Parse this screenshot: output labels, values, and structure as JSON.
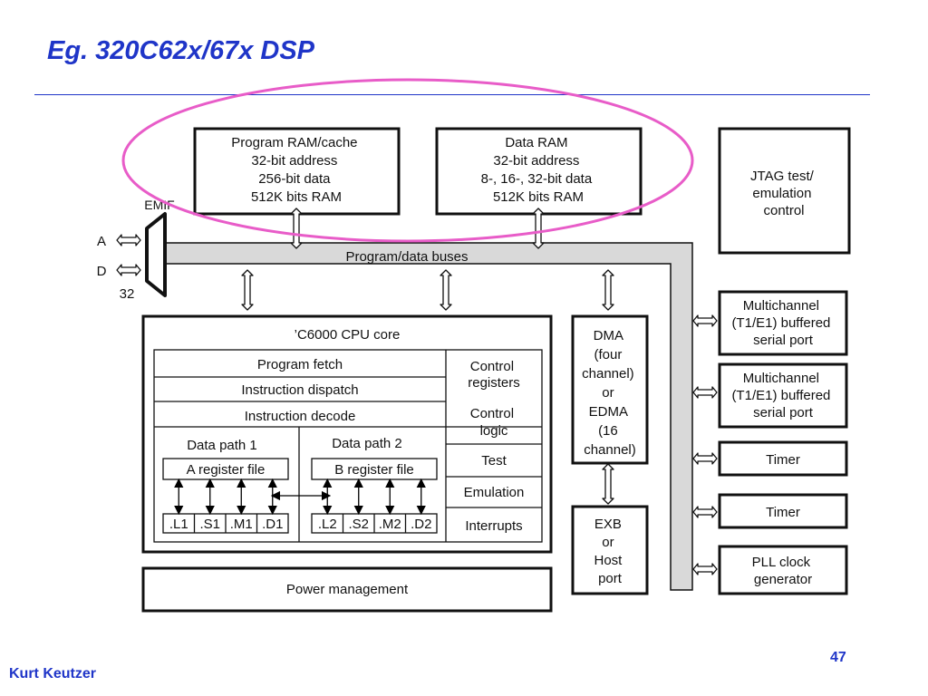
{
  "slide": {
    "title": "Eg. 320C62x/67x DSP",
    "author": "Kurt Keutzer",
    "page_number": "47"
  },
  "diagram": {
    "program_ram": [
      "Program RAM/cache",
      "32-bit address",
      "256-bit data",
      "512K bits RAM"
    ],
    "data_ram": [
      "Data RAM",
      "32-bit address",
      "8-, 16-, 32-bit data",
      "512K bits RAM"
    ],
    "jtag": [
      "JTAG test/",
      "emulation",
      "control"
    ],
    "emif": {
      "label": "EMIF",
      "port_a": "A",
      "port_d": "D",
      "width": "32"
    },
    "bus_label": "Program/data buses",
    "cpu": {
      "title": "’C6000 CPU core",
      "program_fetch": "Program fetch",
      "instruction_dispatch": "Instruction dispatch",
      "instruction_decode": "Instruction decode",
      "data_path_1": "Data path 1",
      "data_path_2": "Data path 2",
      "a_register_file": "A register file",
      "b_register_file": "B register file",
      "units_a": [
        ".L1",
        ".S1",
        ".M1",
        ".D1"
      ],
      "units_b": [
        ".L2",
        ".S2",
        ".M2",
        ".D2"
      ],
      "control_registers": [
        "Control",
        "registers"
      ],
      "control_logic": [
        "Control",
        "logic"
      ],
      "test": "Test",
      "emulation": "Emulation",
      "interrupts": "Interrupts"
    },
    "dma": [
      "DMA",
      "(four",
      "channel)",
      "or",
      "EDMA",
      "(16",
      "channel)"
    ],
    "exb": [
      "EXB",
      "or",
      "Host",
      "port"
    ],
    "power_management": "Power management",
    "mcbsp_1": [
      "Multichannel",
      "(T1/E1) buffered",
      "serial port"
    ],
    "mcbsp_2": [
      "Multichannel",
      "(T1/E1) buffered",
      "serial port"
    ],
    "timer_1": "Timer",
    "timer_2": "Timer",
    "pll": [
      "PLL clock",
      "generator"
    ]
  },
  "colors": {
    "title": "#1f35c8",
    "highlight_ellipse": "#e85cc8",
    "bus_fill": "#d9d9d9"
  }
}
